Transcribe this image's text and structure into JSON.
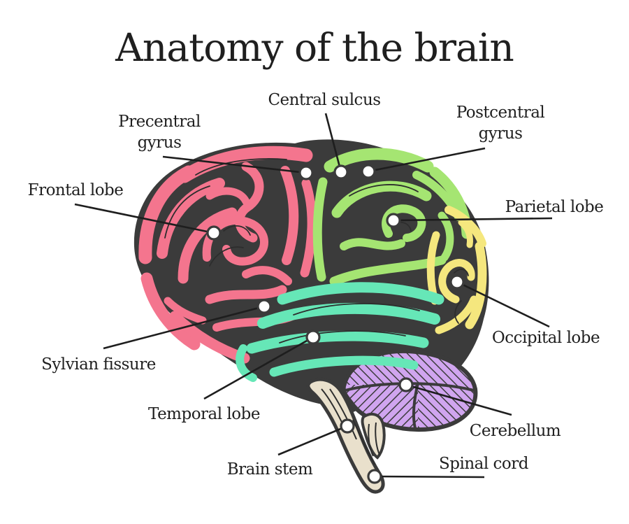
{
  "title": "Anatomy of the brain",
  "labels": {
    "central_sulcus": "Central sulcus",
    "precentral_gyrus": "Precentral gyrus",
    "postcentral_gyrus": "Postcentral gyrus",
    "frontal_lobe": "Frontal lobe",
    "parietal_lobe": "Parietal lobe",
    "occipital_lobe": "Occipital lobe",
    "sylvian_fissure": "Sylvian fissure",
    "temporal_lobe": "Temporal lobe",
    "cerebellum": "Cerebellum",
    "brain_stem": "Brain stem",
    "spinal_cord": "Spinal cord"
  },
  "colors": {
    "background": "#ffffff",
    "outline": "#3b3b3b",
    "frontal": "#f4758e",
    "parietal": "#a5e572",
    "occipital": "#f5e77e",
    "temporal": "#66e7b7",
    "cerebellum": "#d0a5ef",
    "brain_stem": "#e9e0cc",
    "detail_line": "#2d2d2d",
    "leader_line": "#1e1e1e",
    "marker_fill": "#ffffff",
    "text": "#1f1f1f"
  }
}
